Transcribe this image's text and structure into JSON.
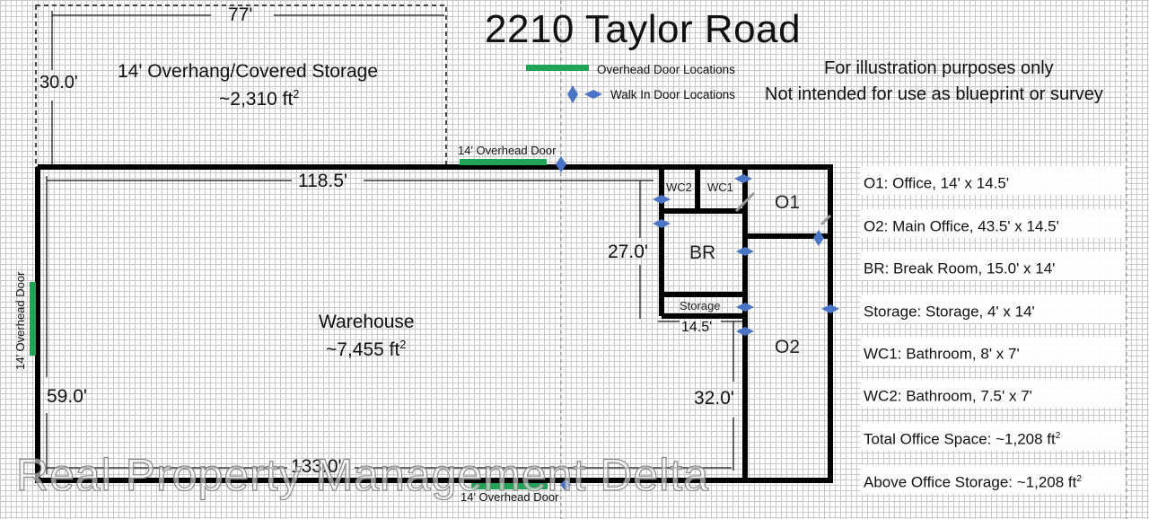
{
  "title": "2210 Taylor Road",
  "legend": {
    "overhead_door": "Overhead Door Locations",
    "walk_in_door": "Walk In Door Locations",
    "overhead_color": "#1fa356",
    "walk_in_color": "#4a74c4"
  },
  "disclaimer": {
    "line1": "For illustration purposes only",
    "line2": "Not intended for use as blueprint or survey"
  },
  "overhang": {
    "name": "14' Overhang/Covered Storage",
    "area": "~2,310 ft",
    "area_sup": "2",
    "width_dim": "77'",
    "depth_dim": "30.0'"
  },
  "warehouse": {
    "name": "Warehouse",
    "area": "~7,455 ft",
    "area_sup": "2",
    "top_dim": "118.5'",
    "bottom_dim": "133.0'",
    "left_dim": "59.0'"
  },
  "office_block": {
    "dim_27": "27.0'",
    "dim_14_5": "14.5'",
    "dim_32": "32.0'"
  },
  "rooms": {
    "wc2": "WC2",
    "wc1": "WC1",
    "o1": "O1",
    "br": "BR",
    "storage": "Storage",
    "o2": "O2"
  },
  "doors": {
    "top": "14' Overhead Door",
    "left": "14' Overhead Door",
    "bottom": "14' Overhead Door"
  },
  "info": [
    {
      "text": "O1: Office, 14' x 14.5'",
      "sup": ""
    },
    {
      "text": "O2: Main Office, 43.5' x 14.5'",
      "sup": ""
    },
    {
      "text": "BR: Break Room, 15.0' x 14'",
      "sup": ""
    },
    {
      "text": "Storage: Storage, 4' x 14'",
      "sup": ""
    },
    {
      "text": "WC1: Bathroom, 8' x 7'",
      "sup": ""
    },
    {
      "text": "WC2: Bathroom, 7.5' x 7'",
      "sup": ""
    },
    {
      "text": "Total Office Space: ~1,208 ft",
      "sup": "2"
    },
    {
      "text": "Above Office Storage: ~1,208 ft",
      "sup": "2"
    }
  ],
  "watermark": "Real Property Management Delta"
}
